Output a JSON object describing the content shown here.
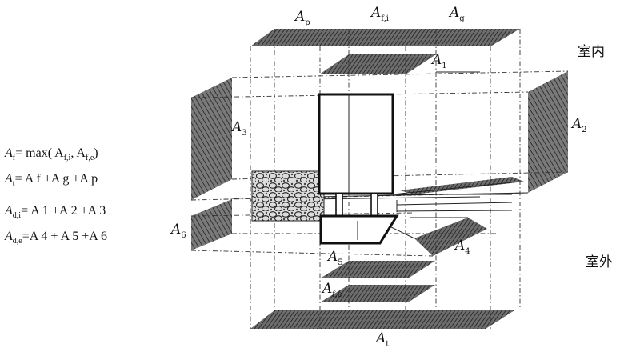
{
  "labels": {
    "A_p": {
      "main": "A",
      "sub": "p"
    },
    "A_fi": {
      "main": "A",
      "sub": "f,i"
    },
    "A_g": {
      "main": "A",
      "sub": "g"
    },
    "A_1": {
      "main": "A",
      "sub": "1"
    },
    "A_2": {
      "main": "A",
      "sub": "2"
    },
    "A_3": {
      "main": "A",
      "sub": "3"
    },
    "A_4": {
      "main": "A",
      "sub": "4"
    },
    "A_5": {
      "main": "A",
      "sub": "5"
    },
    "A_6": {
      "main": "A",
      "sub": "6"
    },
    "A_fe": {
      "main": "A",
      "sub": "f,e"
    },
    "A_t": {
      "main": "A",
      "sub": "t"
    }
  },
  "rooms": {
    "indoor": "室内",
    "outdoor": "室外"
  },
  "equations": [
    {
      "lhs": "A",
      "lhs_sub": "f",
      "rhs": "= max( A",
      "parts": [
        "f,i",
        ", A",
        "f,e",
        ")"
      ]
    },
    {
      "lhs": "A",
      "lhs_sub": "t",
      "text": "= A f +A g +A p"
    },
    {
      "lhs": "A",
      "lhs_sub": "d,i",
      "text": "= A 1 +A 2 +A 3"
    },
    {
      "lhs": "A",
      "lhs_sub": "d,e",
      "text": "=A 4 + A 5 +A 6"
    }
  ],
  "colors": {
    "hatch_dark": "#3a3a3a",
    "hatch_light": "#8a8a8a",
    "line": "#222222"
  }
}
